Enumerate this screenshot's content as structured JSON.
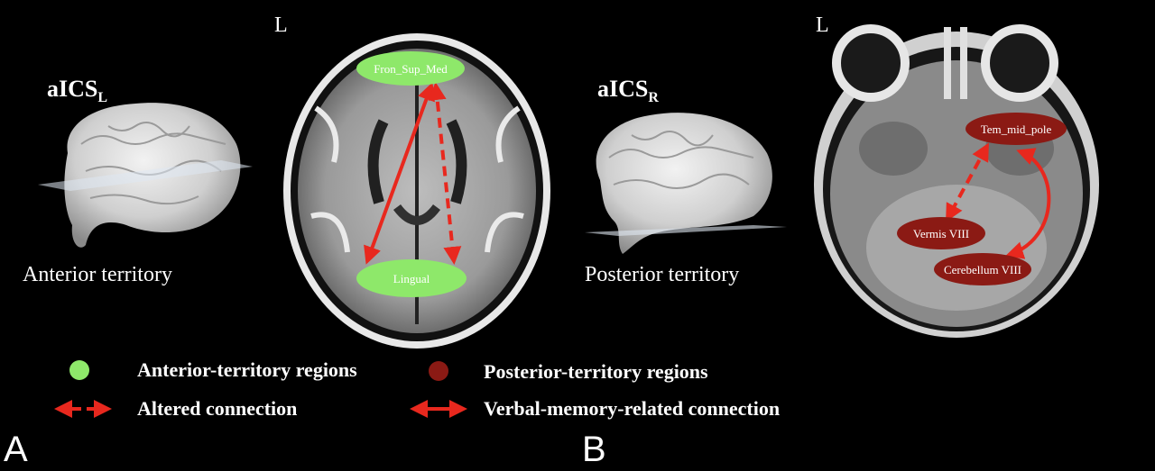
{
  "panel_a": {
    "title_main": "aICS",
    "title_sub": "L",
    "caption": "Anterior territory",
    "orientation": "L",
    "panel_letter": "A",
    "regions": [
      "Fron_Sup_Med",
      "Lingual"
    ]
  },
  "panel_b": {
    "title_main": "aICS",
    "title_sub": "R",
    "caption": "Posterior territory",
    "orientation": "L",
    "panel_letter": "B",
    "regions": [
      "Tem_mid_pole",
      "Vermis VIII",
      "Cerebellum VIII"
    ]
  },
  "legend": {
    "anterior": "Anterior-territory regions",
    "posterior": "Posterior-territory regions",
    "altered": "Altered connection",
    "verbal": "Verbal-memory-related connection"
  },
  "colors": {
    "anterior": "#8ee86a",
    "posterior": "#8b1a14",
    "arrow": "#e8281e"
  }
}
